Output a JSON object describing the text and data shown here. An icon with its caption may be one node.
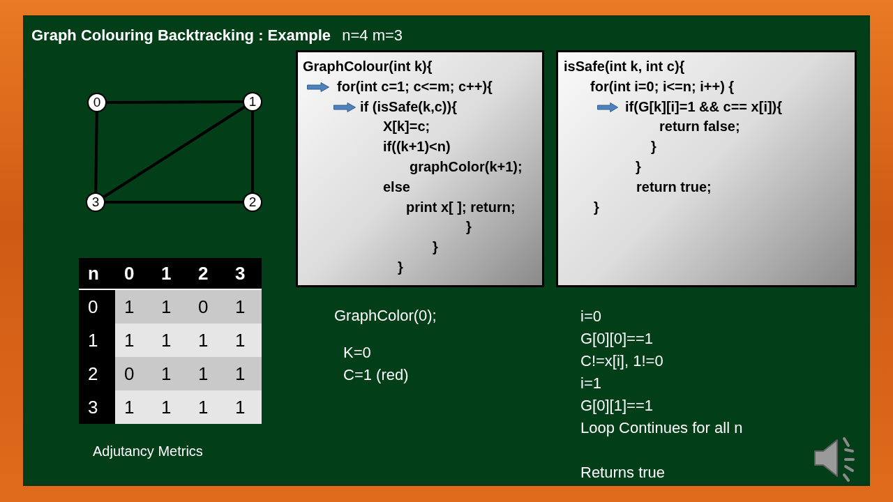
{
  "diagram": {
    "title": "**Graph Colouring Backtracking : Example** n=4 m=3",
    "nodes": [
      {
        "text": [
          "0"
        ]
      },
      {
        "text": [
          "1"
        ]
      },
      {
        "text": [
          "2"
        ]
      },
      {
        "text": [
          "3"
        ]
      },
      {
        "text": [
          "GraphColour(int k){",
          "for(int c=1; c<=m; c++){",
          "if (isSafe(k,c)){",
          "X[k]=c;",
          "if((k+1)<n)",
          "graphColor(k+1);",
          "else",
          "print x[ ]; return;",
          "}",
          "}",
          "}"
        ]
      },
      {
        "text": [
          "isSafe(int k, int c){",
          "for(int i=0; i<=n; i++) {",
          "if(G[k][i]=1 && c== x[i]){",
          "return false;",
          "}",
          "}",
          "return true;",
          "}"
        ]
      }
    ],
    "edges": [
      {
        "from": 0,
        "to": 1,
        "arrow": "none"
      },
      {
        "from": 1,
        "to": 2,
        "arrow": "none"
      },
      {
        "from": 3,
        "to": 2,
        "arrow": "none"
      },
      {
        "from": 0,
        "to": 3,
        "arrow": "none"
      },
      {
        "from": 1,
        "to": 3,
        "arrow": "none"
      }
    ],
    "labels": [
      "n",
      "0",
      "1",
      "2",
      "3",
      "0",
      "1",
      "1",
      "0",
      "1",
      "1",
      "1",
      "1",
      "1",
      "1",
      "2",
      "0",
      "1",
      "1",
      "1",
      "3",
      "1",
      "1",
      "1",
      "1",
      "Adjutancy Metrics",
      "GraphColor(0);",
      "K=0",
      "C=1 (red)",
      "i=0",
      "G[0][0]==1",
      "C!=x[i], 1!=0",
      "i=1",
      "G[0][1]==1",
      "Loop Continues for all n",
      "Returns true"
    ]
  }
}
